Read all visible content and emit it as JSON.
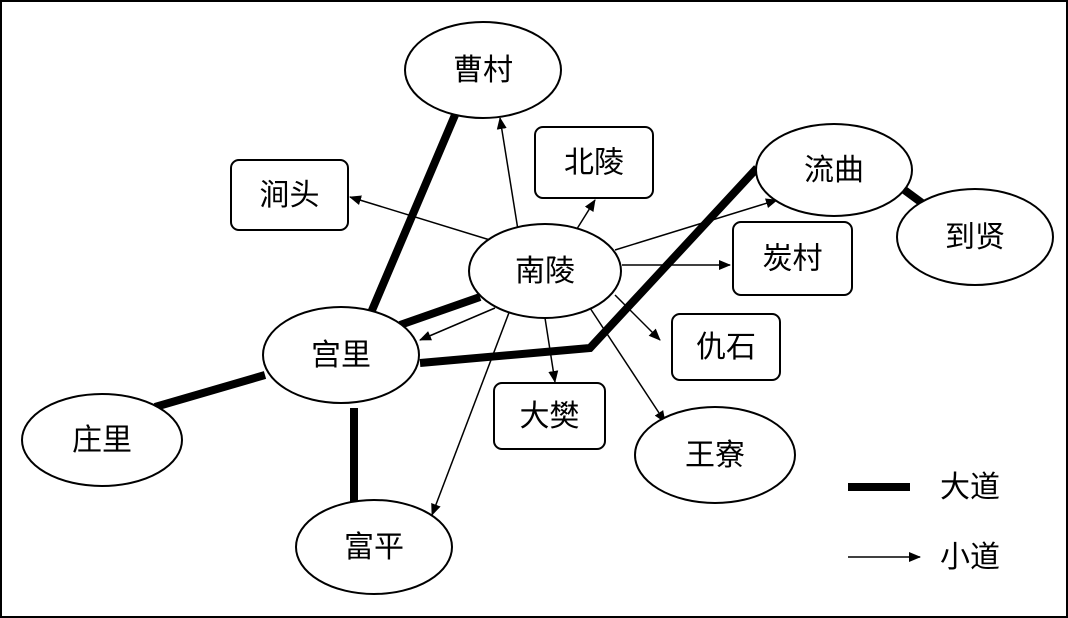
{
  "nodes": {
    "caocun": "曹村",
    "beiling": "北陵",
    "jiantou": "涧头",
    "liuqu": "流曲",
    "daoxian": "到贤",
    "tancun": "炭村",
    "nanling": "南陵",
    "gongli": "宫里",
    "qiushi": "仇石",
    "zhuangli": "庄里",
    "dafan": "大樊",
    "wangliao": "王寮",
    "fuping": "富平"
  },
  "major_roads": [
    [
      "caocun",
      "gongli"
    ],
    [
      "nanling",
      "gongli"
    ],
    [
      "gongli",
      "zhuangli"
    ],
    [
      "gongli",
      "fuping"
    ],
    [
      "gongli",
      "liuqu"
    ],
    [
      "liuqu",
      "daoxian"
    ]
  ],
  "minor_roads": [
    [
      "nanling",
      "caocun"
    ],
    [
      "nanling",
      "beiling"
    ],
    [
      "nanling",
      "jiantou"
    ],
    [
      "nanling",
      "liuqu"
    ],
    [
      "nanling",
      "tancun"
    ],
    [
      "nanling",
      "qiushi"
    ],
    [
      "nanling",
      "wangliao"
    ],
    [
      "nanling",
      "dafan"
    ],
    [
      "nanling",
      "gongli"
    ],
    [
      "nanling",
      "fuping"
    ]
  ],
  "legend": {
    "major": "大道",
    "minor": "小道"
  }
}
